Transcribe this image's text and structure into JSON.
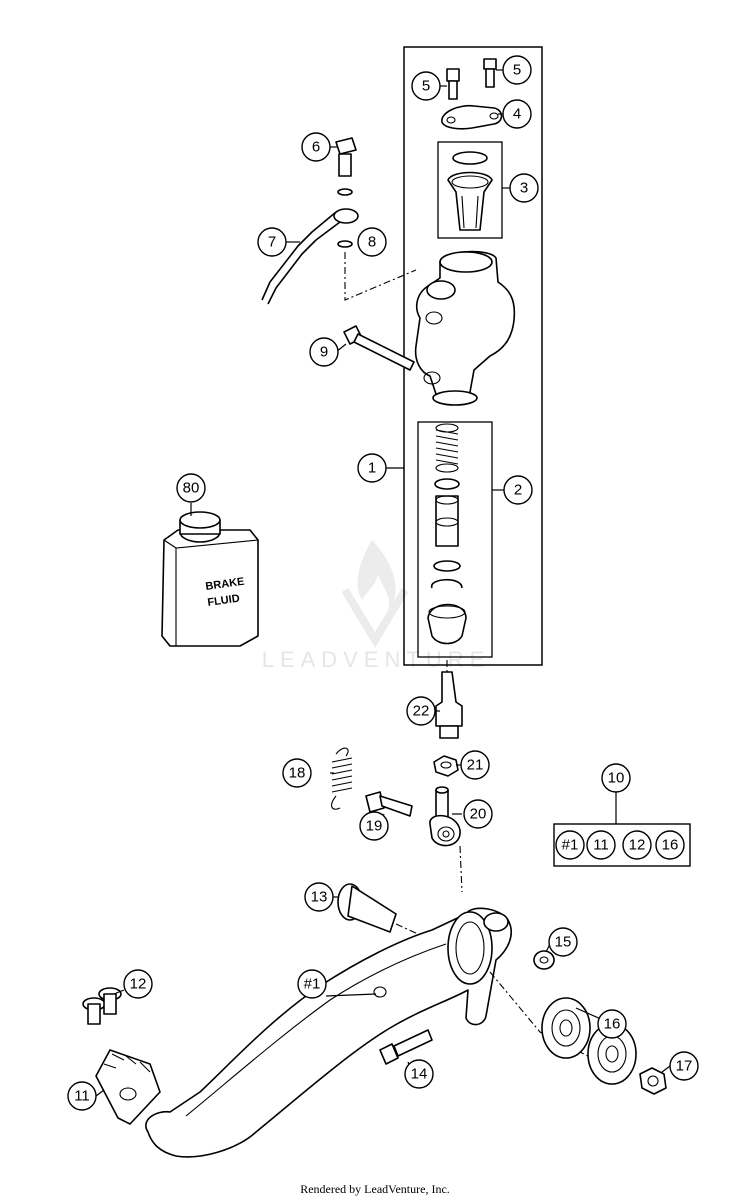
{
  "watermark": {
    "text": "LEADVENTURE"
  },
  "footer": {
    "text": "Rendered by LeadVenture, Inc."
  },
  "brake_fluid_label": {
    "line1": "BRAKE",
    "line2": "FLUID"
  },
  "callouts": {
    "c1": "1",
    "c2": "2",
    "c3": "3",
    "c4": "4",
    "c5a": "5",
    "c5b": "5",
    "c6": "6",
    "c7": "7",
    "c8": "8",
    "c9": "9",
    "c10": "10",
    "c11": "11",
    "c12": "12",
    "c13": "13",
    "c14": "14",
    "c15": "15",
    "c16": "16",
    "c17": "17",
    "c18": "18",
    "c19": "19",
    "c20": "20",
    "c21": "21",
    "c22": "22",
    "c80": "80",
    "c1ref": "#1"
  },
  "kit_10": {
    "items": [
      "#1",
      "11",
      "12",
      "16"
    ]
  }
}
